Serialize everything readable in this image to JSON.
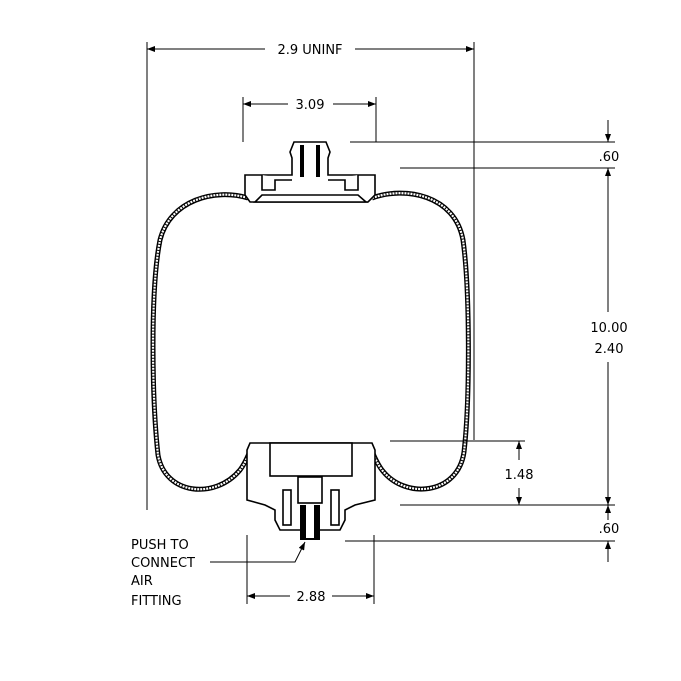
{
  "dimensions": {
    "overall_width": "2.9 UNINF",
    "top_plate_width": "3.09",
    "top_height": ".60",
    "design_height": "10.00",
    "design_height_2": "2.40",
    "piston_height": "1.48",
    "bottom_height": ".60",
    "piston_width": "2.88"
  },
  "callout": {
    "line1": "PUSH TO",
    "line2": "CONNECT",
    "line3": "AIR",
    "line4": "FITTING"
  }
}
